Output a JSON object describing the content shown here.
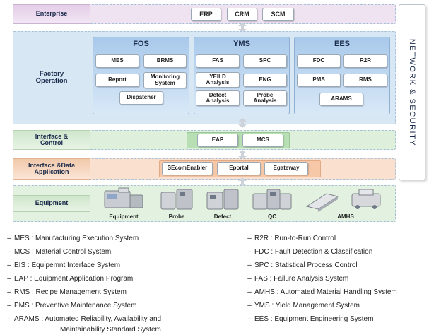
{
  "diagram": {
    "side_label": "NETWORK & SECURITY",
    "layers": {
      "enterprise": "Enterprise",
      "factory": "Factory\nOperation",
      "interface_control": "Interface &\nControl",
      "interface_data": "Interface &Data\nApplication",
      "equipment": "Equipment"
    },
    "enterprise_systems": [
      "ERP",
      "CRM",
      "SCM"
    ],
    "fos": {
      "title": "FOS",
      "items": [
        "MES",
        "BRMS",
        "Report",
        "Monitoring\nSystem",
        "Dispatcher"
      ]
    },
    "yms": {
      "title": "YMS",
      "items": [
        "FAS",
        "SPC",
        "YEILD\nAnalysis",
        "ENG",
        "Defect\nAnalysis",
        "Probe\nAnalysis"
      ]
    },
    "ees": {
      "title": "EES",
      "items": [
        "FDC",
        "R2R",
        "PMS",
        "RMS",
        "ARAMS"
      ]
    },
    "interface_control_items": [
      "EAP",
      "MCS"
    ],
    "interface_data_items": [
      "SEcomEnabler",
      "Eportal",
      "Egateway"
    ],
    "equipment_items": [
      "Equipment",
      "Probe",
      "Defect",
      "QC",
      "AMHS"
    ]
  },
  "legend": {
    "left": [
      "MES : Manufacturing Execution System",
      "MCS : Material Control System",
      "EIS : Equipemnt Interface System",
      "EAP : Equipment Application Program",
      "RMS : Recipe Management System",
      "PMS : Preventive Maintenance System",
      "ARAMS :  Automated Reliability, Availability and",
      "Maintainability Standard System"
    ],
    "right": [
      "R2R : Run-to-Run Control",
      "FDC : Fault Detection & Classification",
      "SPC : Statistical Process Control",
      "FAS : Failure Analysis System",
      "AMHS : Automated Material Handling System",
      "YMS : Yield Management System",
      "EES : Equipment Engineering System"
    ]
  },
  "colors": {
    "enterprise_band": "#efe3f2",
    "factory_band": "#d7e7f4",
    "interface_control_band": "#def0dc",
    "interface_data_band": "#f9e0cf",
    "equipment_band": "#e3f2e0",
    "group_fill": "#b9d4ee",
    "arrow": "#cdd3d9"
  }
}
